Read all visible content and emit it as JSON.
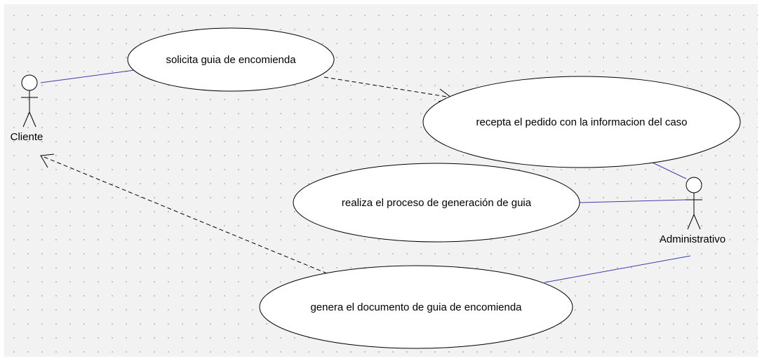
{
  "diagram": {
    "actors": {
      "cliente": "Cliente",
      "administrativo": "Administrativo"
    },
    "use_cases": {
      "solicita": "solicita guia de encomienda",
      "recepta": "recepta el pedido con la informacion del caso",
      "realiza": "realiza el proceso de generación de guia",
      "genera": "genera el documento de guia de encomienda"
    },
    "colors": {
      "association_line": "#3c3ca8",
      "dependency_line": "#000000",
      "background": "#f2f2f2",
      "grid_dot": "#b9b9b9"
    }
  }
}
